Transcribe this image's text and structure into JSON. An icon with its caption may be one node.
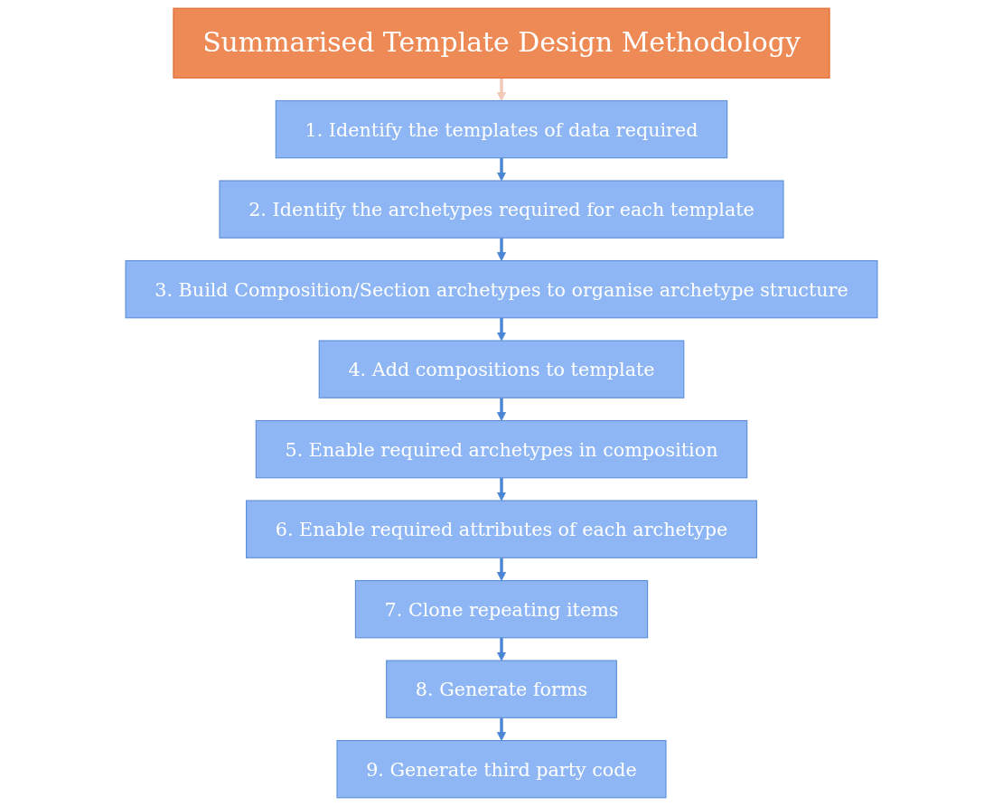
{
  "diagram": {
    "nodes": [
      {
        "text": [
          "Summarised Template Design Methodology"
        ]
      },
      {
        "text": [
          "1. Identify the templates of data required"
        ]
      },
      {
        "text": [
          "2. Identify the archetypes required for each template"
        ]
      },
      {
        "text": [
          "3. Build Composition/Section archetypes to organise archetype structure"
        ]
      },
      {
        "text": [
          "4. Add compositions to template"
        ]
      },
      {
        "text": [
          "5. Enable required archetypes in composition"
        ]
      },
      {
        "text": [
          "6. Enable required attributes of each archetype"
        ]
      },
      {
        "text": [
          "7. Clone repeating items"
        ]
      },
      {
        "text": [
          "8. Generate forms"
        ]
      },
      {
        "text": [
          "9. Generate third party code"
        ]
      }
    ],
    "edges": [
      {
        "from": 0,
        "to": 1,
        "arrow": "to",
        "color": "#f2c9b8"
      },
      {
        "from": 1,
        "to": 2,
        "arrow": "to"
      },
      {
        "from": 2,
        "to": 3,
        "arrow": "to"
      },
      {
        "from": 3,
        "to": 4,
        "arrow": "to"
      },
      {
        "from": 4,
        "to": 5,
        "arrow": "to"
      },
      {
        "from": 5,
        "to": 6,
        "arrow": "to"
      },
      {
        "from": 6,
        "to": 7,
        "arrow": "to"
      },
      {
        "from": 7,
        "to": 8,
        "arrow": "to"
      },
      {
        "from": 8,
        "to": 9,
        "arrow": "to"
      }
    ]
  }
}
